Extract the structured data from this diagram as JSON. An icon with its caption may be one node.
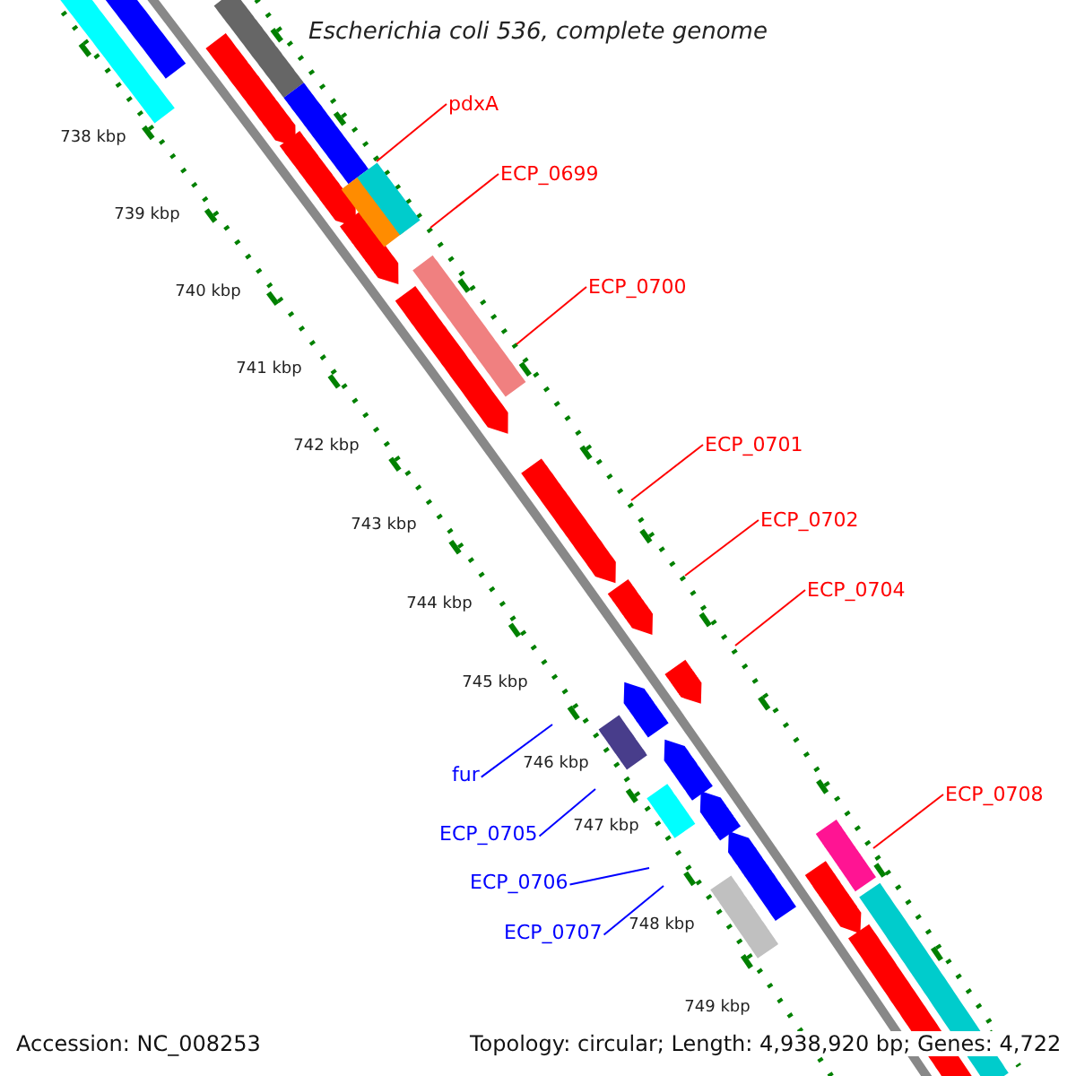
{
  "diagram": {
    "title": "Escherichia coli 536, complete genome",
    "nodes": [
      {
        "text": [
          "pdxA"
        ]
      },
      {
        "text": [
          "ECP_0699"
        ]
      },
      {
        "text": [
          "ECP_0700"
        ]
      },
      {
        "text": [
          "ECP_0701"
        ]
      },
      {
        "text": [
          "ECP_0702"
        ]
      },
      {
        "text": [
          "ECP_0704"
        ]
      },
      {
        "text": [
          "ECP_0708"
        ]
      },
      {
        "text": [
          "fur"
        ]
      },
      {
        "text": [
          "ECP_0705"
        ]
      },
      {
        "text": [
          "ECP_0706"
        ]
      },
      {
        "text": [
          "ECP_0707"
        ]
      }
    ],
    "edges": [
      {
        "from": 0,
        "to": null,
        "arrow": "none"
      },
      {
        "from": 1,
        "to": null,
        "arrow": "none"
      },
      {
        "from": 2,
        "to": null,
        "arrow": "none"
      },
      {
        "from": 3,
        "to": null,
        "arrow": "none"
      },
      {
        "from": 4,
        "to": null,
        "arrow": "none"
      },
      {
        "from": 5,
        "to": null,
        "arrow": "none"
      },
      {
        "from": 6,
        "to": null,
        "arrow": "none"
      },
      {
        "from": 7,
        "to": null,
        "arrow": "none",
        "color": "#0000ff"
      },
      {
        "from": 8,
        "to": null,
        "arrow": "none",
        "color": "#0000ff"
      },
      {
        "from": 9,
        "to": null,
        "arrow": "none",
        "color": "#0000ff"
      },
      {
        "from": 10,
        "to": null,
        "arrow": "none",
        "color": "#0000ff"
      }
    ],
    "labels": [
      "738 kbp",
      "739 kbp",
      "740 kbp",
      "741 kbp",
      "742 kbp",
      "743 kbp",
      "744 kbp",
      "745 kbp",
      "746 kbp",
      "747 kbp",
      "748 kbp",
      "749 kbp",
      "Accession: NC_008253",
      "Topology: circular; Length: 4,938,920 bp; Genes: 4,722"
    ]
  }
}
